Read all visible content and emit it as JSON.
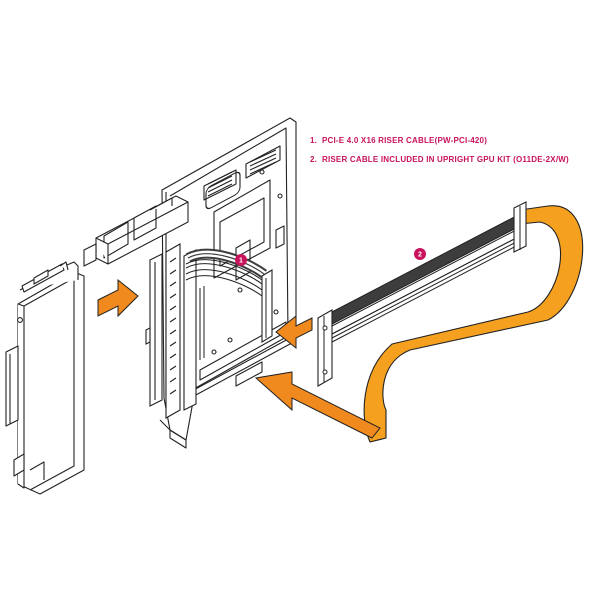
{
  "colors": {
    "accent": "#c8135c",
    "cable_orange": "#f5a11f",
    "arrow_orange": "#f08a1e",
    "line": "#222222",
    "riser_dark": "#3d3d3d"
  },
  "legend": {
    "items": [
      {
        "number": "1.",
        "text": "PCI-E 4.0 X16 RISER CABLE(PW-PCI-420)"
      },
      {
        "number": "2.",
        "text": "RISER CABLE INCLUDED IN UPRIGHT GPU KIT (O11DE-2X/W)"
      }
    ]
  },
  "markers": {
    "m1": "1",
    "m2": "2"
  }
}
